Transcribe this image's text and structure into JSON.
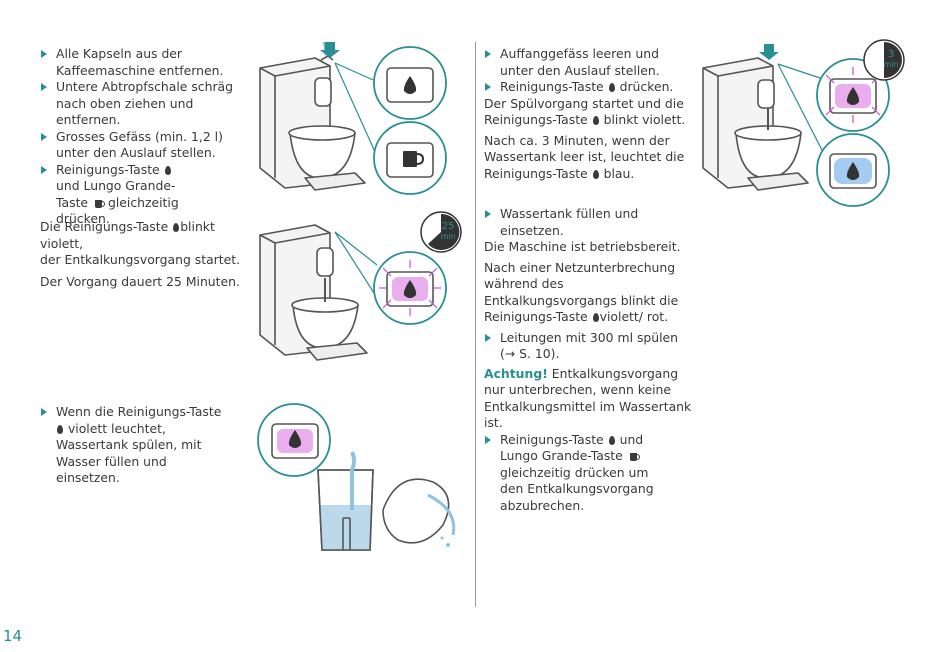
{
  "page_number": "14",
  "left": {
    "step1": [
      "Alle Kapseln aus der Kaffeemaschine entfernen.",
      "Untere Abtropfschale schräg nach oben ziehen und entfernen.",
      "Grosses Gefäss (min. 1,2 l) unter den Auslauf stellen."
    ],
    "step1_last": {
      "a": "Reinigungs-Taste",
      "b": "und",
      "c": "Lungo Grande-Taste",
      "d": "gleichzeitig drücken."
    },
    "step2_line1": {
      "a": "Die Reinigungs-Taste",
      "b": "blinkt violett,"
    },
    "step2_line2": "der Entkalkungsvorgang startet.",
    "step2_line3": "Der Vorgang dauert 25 Minuten.",
    "timer_25": "25",
    "timer_min": "min",
    "step3": {
      "a": "Wenn die Reinigungs-Taste",
      "b": "violett leuchtet, Wassertank spülen, mit Wasser füllen und einsetzen."
    }
  },
  "right": {
    "step1": "Auffanggefäss leeren und unter den Auslauf stellen.",
    "step2": {
      "a": "Reinigungs-Taste",
      "b": "drücken."
    },
    "p1": {
      "a": "Der Spülvorgang startet und die Reinigungs-Taste",
      "b": "blinkt violett."
    },
    "p2": {
      "a": "Nach ca. 3 Minuten, wenn der Wassertank leer ist, leuchtet die Reinigungs-Taste",
      "b": "blau."
    },
    "timer_3": "3",
    "timer_min": "min",
    "step3": "Wassertank füllen und einsetzen.",
    "p3": "Die Maschine ist betriebsbereit.",
    "p4": {
      "a": "Nach einer Netzunterbrechung während des Entkalkungsvorgangs blinkt die Reinigungs-Taste",
      "b": "violett/ rot."
    },
    "step4": "Leitungen mit 300 ml spülen",
    "step4_ref": "(→ S. 10).",
    "warning_label": "Achtung!",
    "warning_text": "Entkalkungsvorgang nur unterbrechen, wenn keine Entkalkungsmittel im Wassertank ist.",
    "step5": {
      "a": "Reinigungs-Taste",
      "b": "und",
      "c": "Lungo Grande-Taste",
      "d": "gleichzeitig drücken um den Entkalkungsvorgang abzubrechen."
    }
  },
  "colors": {
    "accent": "#2a8f93",
    "violet": "#c64fd0",
    "blue": "#5aa0e6",
    "text": "#3a3a3a"
  }
}
